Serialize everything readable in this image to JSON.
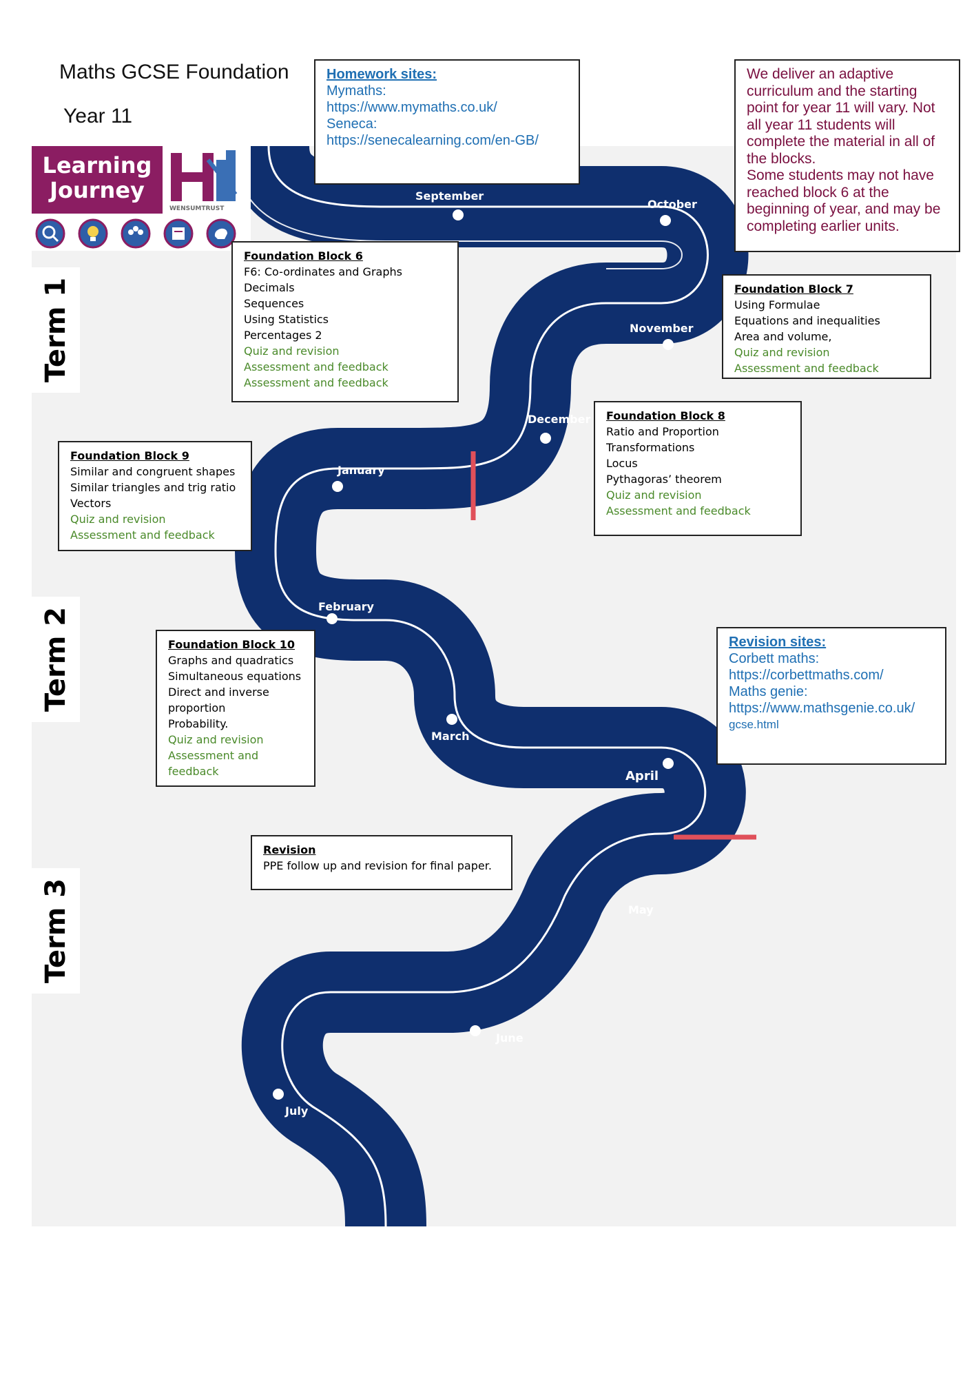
{
  "header": {
    "title": "Maths GCSE Foundation",
    "year": "Year 11"
  },
  "logo": {
    "badge_text": "Learning Journey",
    "trust_name": "WENSUMTRUST",
    "icons": [
      "magnifier-icon",
      "lightbulb-icon",
      "collaborate-icon",
      "resilient-icon",
      "brain-icon"
    ]
  },
  "homework": {
    "heading": "Homework sites:",
    "lines": [
      "Mymaths:",
      "https://www.mymaths.co.uk/",
      "Seneca:",
      "https://senecalearning.com/en-GB/"
    ]
  },
  "info": {
    "text1": "We deliver an adaptive curriculum and the starting point for year 11 will vary. Not all year 11 students will complete the material in all of the blocks.",
    "text2": "Some students may not have reached block 6 at the beginning of year, and may be completing earlier units."
  },
  "terms": [
    "Term 1",
    "Term 2",
    "Term 3"
  ],
  "months": [
    "September",
    "October",
    "November",
    "December",
    "January",
    "February",
    "March",
    "April",
    "May",
    "June",
    "July"
  ],
  "blocks": {
    "b6": {
      "title": "Foundation Block 6",
      "items": [
        "F6: Co-ordinates and Graphs",
        "Decimals",
        "Sequences",
        "Using Statistics",
        "Percentages 2"
      ],
      "green": [
        "Quiz and revision",
        "Assessment and feedback",
        "Assessment and feedback"
      ]
    },
    "b7": {
      "title": "Foundation Block 7",
      "items": [
        "Using Formulae",
        "Equations and inequalities",
        "Area and volume,"
      ],
      "green": [
        "Quiz and revision",
        "Assessment and feedback"
      ]
    },
    "b8": {
      "title": "Foundation Block 8",
      "items": [
        "Ratio and Proportion",
        "Transformations",
        "Locus",
        "Pythagoras’ theorem"
      ],
      "green": [
        "Quiz and revision",
        "Assessment and feedback"
      ]
    },
    "b9": {
      "title": "Foundation Block 9",
      "items": [
        "Similar and congruent shapes",
        "Similar triangles and trig ratio",
        "Vectors"
      ],
      "green": [
        "Quiz and revision",
        "Assessment and feedback"
      ]
    },
    "b10": {
      "title": "Foundation Block 10",
      "items": [
        "Graphs and quadratics",
        "Simultaneous equations",
        "Direct and inverse",
        "proportion",
        "Probability."
      ],
      "green": [
        "Quiz and revision",
        "Assessment and",
        "feedback"
      ]
    },
    "revision": {
      "title": "Revision",
      "items": [
        "PPE follow up and revision for final paper."
      ]
    }
  },
  "revision_sites": {
    "heading": "Revision sites:",
    "lines": [
      "Corbett maths:",
      "https://corbettmaths.com/",
      "Maths genie:",
      "https://www.mathsgenie.co.uk/",
      "gcse.html"
    ]
  },
  "colors": {
    "road": "#0f2f6e",
    "road_line": "#ffffff",
    "marker": "#e0505a",
    "green": "#4a8a2a",
    "info": "#7a1040",
    "link": "#1f6fb3",
    "badge": "#8b1d62"
  }
}
